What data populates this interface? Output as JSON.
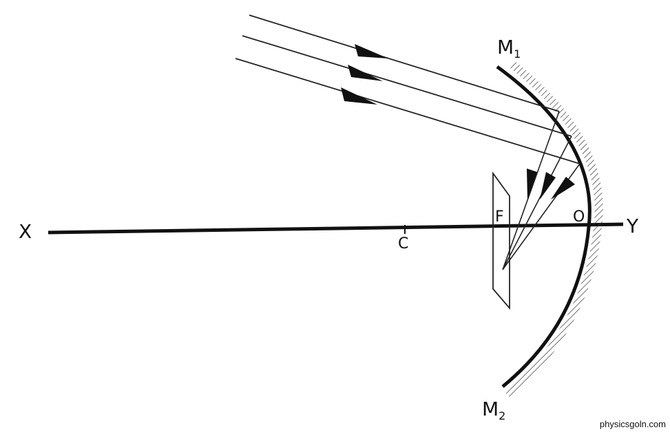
{
  "labels": {
    "x_end": "X",
    "y_end": "Y",
    "centre": "C",
    "focus": "F",
    "pole": "O",
    "mirror_top": "M",
    "mirror_top_sub": "1",
    "mirror_bottom": "M",
    "mirror_bottom_sub": "2"
  },
  "credit": "physicsgoln.com",
  "colors": {
    "ink": "#111111",
    "background": "#ffffff"
  }
}
